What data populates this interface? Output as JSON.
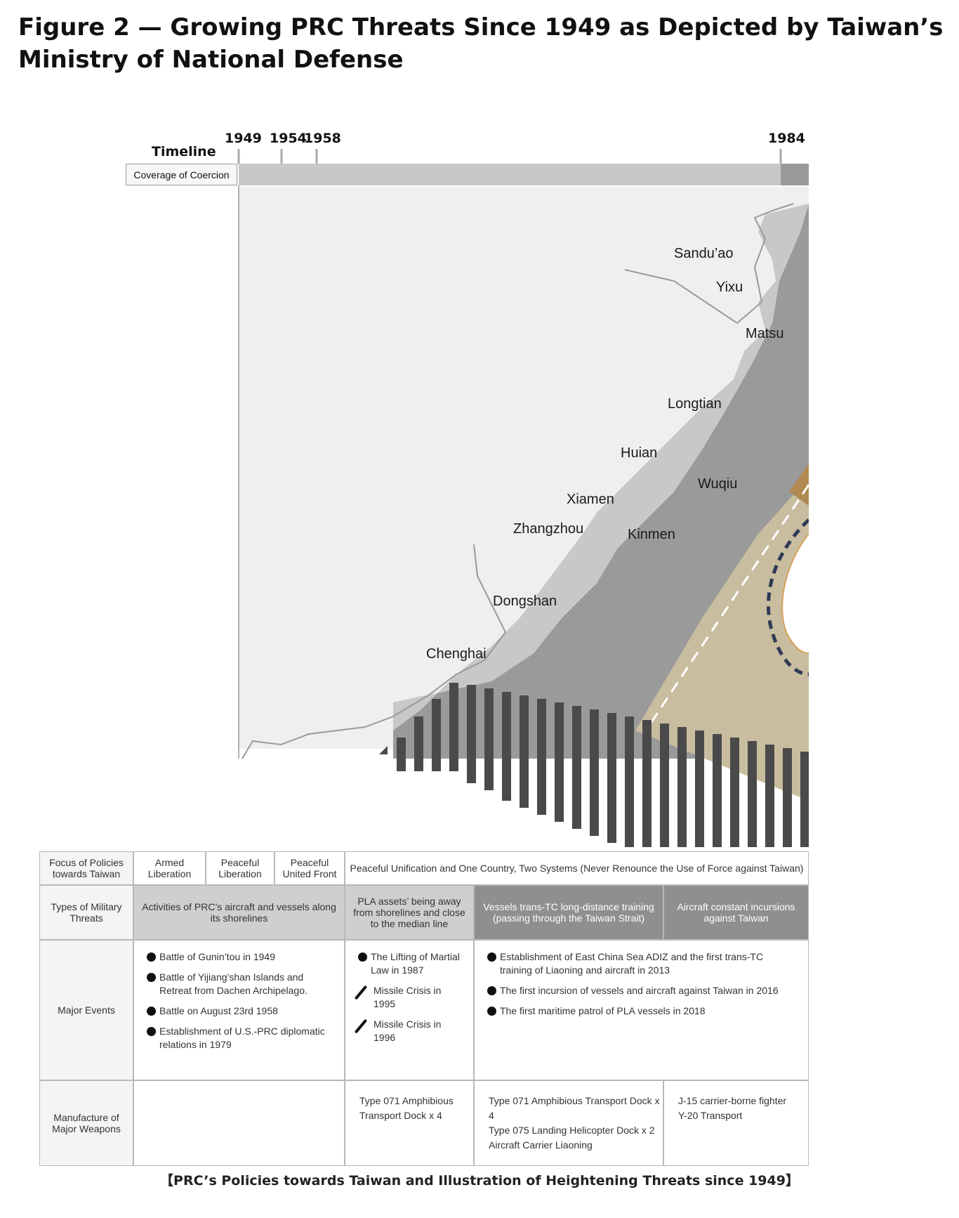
{
  "title": "Figure 2 — Growing PRC Threats Since 1949 as Depicted by Taiwan’s Ministry of National Defense",
  "timeline": {
    "label": "Timeline",
    "coverage_label": "Coverage of Coercion",
    "years": [
      "1949",
      "1954",
      "1958",
      "1984"
    ]
  },
  "places": [
    "Sandu’ao",
    "Yixu",
    "Matsu",
    "Longtian",
    "Huian",
    "Wuqiu",
    "Xiamen",
    "Zhangzhou",
    "Kinmen",
    "Dongshan",
    "Chenghai"
  ],
  "table": {
    "row_policies": {
      "head": "Focus of Policies towards Taiwan",
      "cells": [
        "Armed Liberation",
        "Peaceful Liberation",
        "Peaceful United Front",
        "Peaceful Unification and One Country, Two Systems (Never Renounce the Use of Force against Taiwan)"
      ]
    },
    "row_threats": {
      "head": "Types of Military Threats",
      "cells": [
        "Activities of PRC’s aircraft and vessels along its shorelines",
        "PLA assets’ being away from shorelines and close to the median line",
        "Vessels trans-TC long-distance training (passing through the Taiwan Strait)",
        "Aircraft constant incursions against Taiwan"
      ]
    },
    "row_events": {
      "head": "Major Events",
      "col1": [
        "Battle of Gunin’tou in 1949",
        "Battle of Yijiang’shan Islands and Retreat from Dachen Archipelago.",
        "Battle on August 23rd 1958",
        "Establishment of U.S.-PRC diplomatic relations in 1979"
      ],
      "col2": [
        "The Lifting of Martial Law in 1987",
        "Missile Crisis in 1995",
        "Missile Crisis in 1996"
      ],
      "col3": [
        "Establishment of East China Sea ADIZ and the first trans-TC training of Liaoning and aircraft in 2013",
        "The first incursion of vessels and aircraft against Taiwan in 2016",
        "The first maritime patrol of PLA vessels in 2018"
      ]
    },
    "row_weapons": {
      "head": "Manufacture of Major Weapons",
      "col2": [
        "Type 071 Amphibious Transport Dock x 4"
      ],
      "col3a": [
        "Type 071 Amphibious Transport Dock x 4",
        "Type 075 Landing Helicopter Dock x 2",
        "Aircraft Carrier Liaoning"
      ],
      "col3b": [
        "J-15 carrier-borne fighter",
        "Y-20 Transport"
      ]
    }
  },
  "caption": "【PRC’s Policies towards Taiwan and Illustration of Heightening Threats since 1949】",
  "colors": {
    "sea_dark": "#9a9a9a",
    "coast": "#c8c8c8",
    "land": "#efefef",
    "tan": "#c8bd9f",
    "bronze": "#b08a52",
    "navy": "#2f3a55",
    "stripe": "#4a4a4a"
  }
}
